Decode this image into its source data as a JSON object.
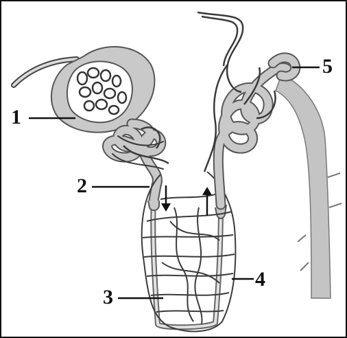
{
  "diagram": {
    "labels": [
      {
        "id": "1",
        "text": "1"
      },
      {
        "id": "2",
        "text": "2"
      },
      {
        "id": "3",
        "text": "3"
      },
      {
        "id": "4",
        "text": "4"
      },
      {
        "id": "5",
        "text": "5"
      }
    ],
    "colors": {
      "tubule_fill": "#c9c9c9",
      "tubule_stroke": "#555555",
      "vessel_stroke": "#3a3a3a",
      "duct_fill": "#c4c4c4",
      "arrow": "#111111"
    }
  }
}
